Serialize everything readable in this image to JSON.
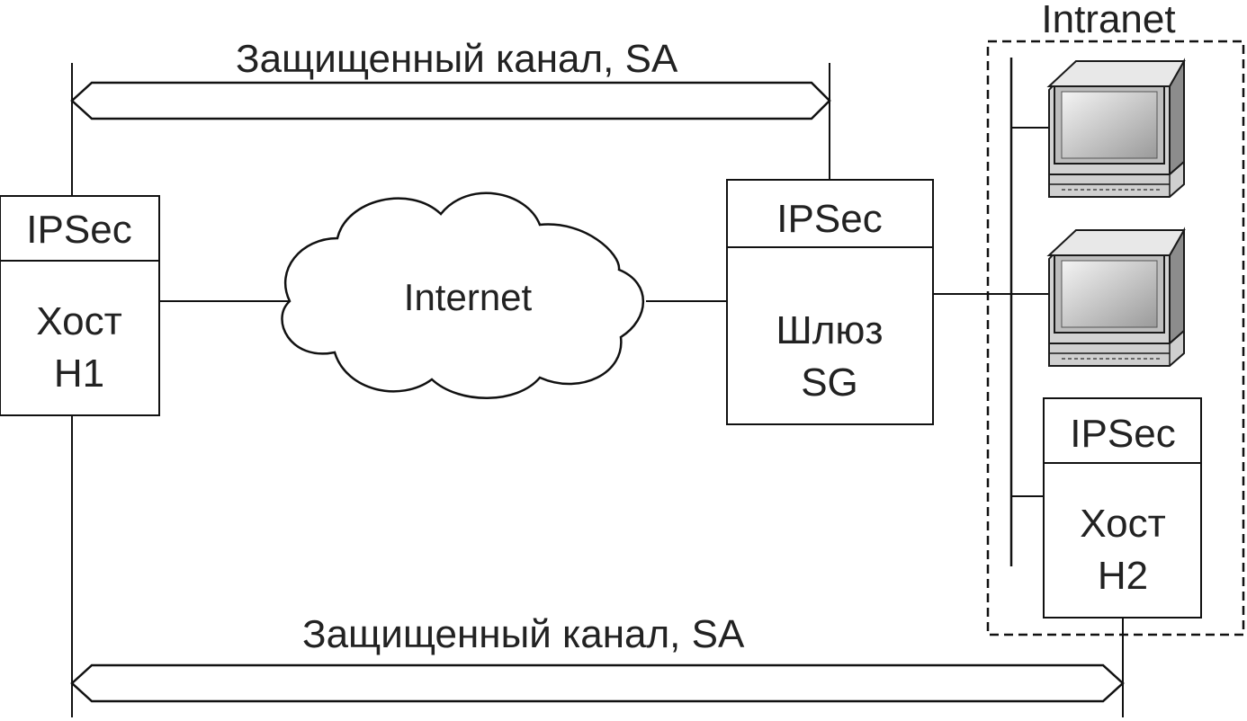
{
  "channel_top": {
    "label": "Защищенный канал, SA"
  },
  "channel_bottom": {
    "label": "Защищенный канал, SA"
  },
  "intranet": {
    "label": "Intranet"
  },
  "host1": {
    "protocol": "IPSec",
    "line1": "Хост",
    "line2": "H1"
  },
  "gateway": {
    "protocol": "IPSec",
    "line1": "Шлюз",
    "line2": "SG"
  },
  "host2": {
    "protocol": "IPSec",
    "line1": "Хост",
    "line2": "H2"
  },
  "internet": {
    "label": "Internet"
  },
  "workstations": [
    {
      "icon": "desktop-computer-icon"
    },
    {
      "icon": "desktop-computer-icon"
    }
  ]
}
